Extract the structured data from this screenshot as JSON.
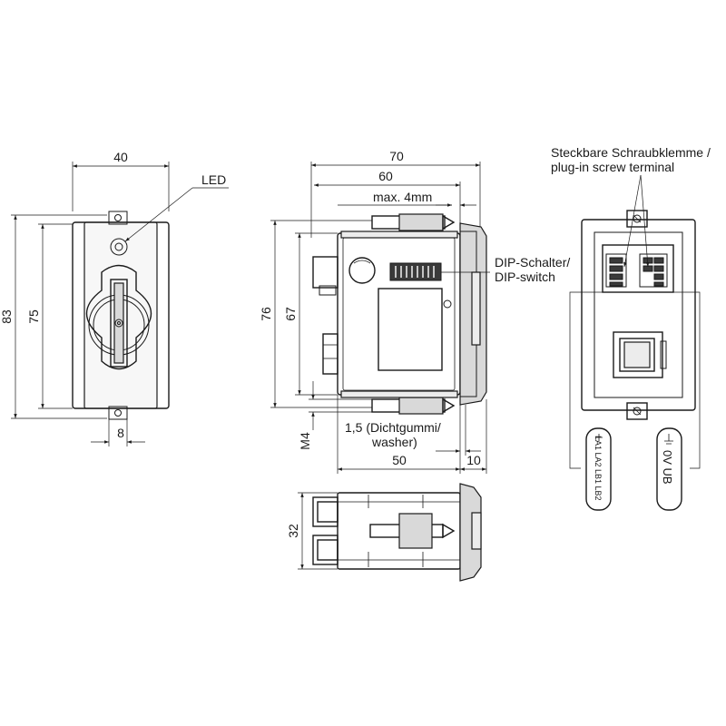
{
  "dimensions": {
    "front_width": "40",
    "front_height_outer": "83",
    "front_height_inner": "75",
    "front_bottom_width": "8",
    "side_width_total": "70",
    "side_width_body": "60",
    "side_max_screw": "max. 4mm",
    "side_height_outer": "76",
    "side_height_inner": "67",
    "side_thread": "M4",
    "side_depth_body": "50",
    "side_depth_flange": "10",
    "top_height": "32"
  },
  "labels": {
    "led": "LED",
    "dip_line1": "DIP-Schalter/",
    "dip_line2": "DIP-switch",
    "washer_line1": "1,5 (Dichtgummi/",
    "washer_line2": "washer)",
    "terminal_line1": "Steckbare Schraubklemme /",
    "terminal_line2": "plug-in screw terminal"
  },
  "terminal_tags": {
    "left": "LA1 LA2 LB1 LB2",
    "right": "0V UB"
  }
}
